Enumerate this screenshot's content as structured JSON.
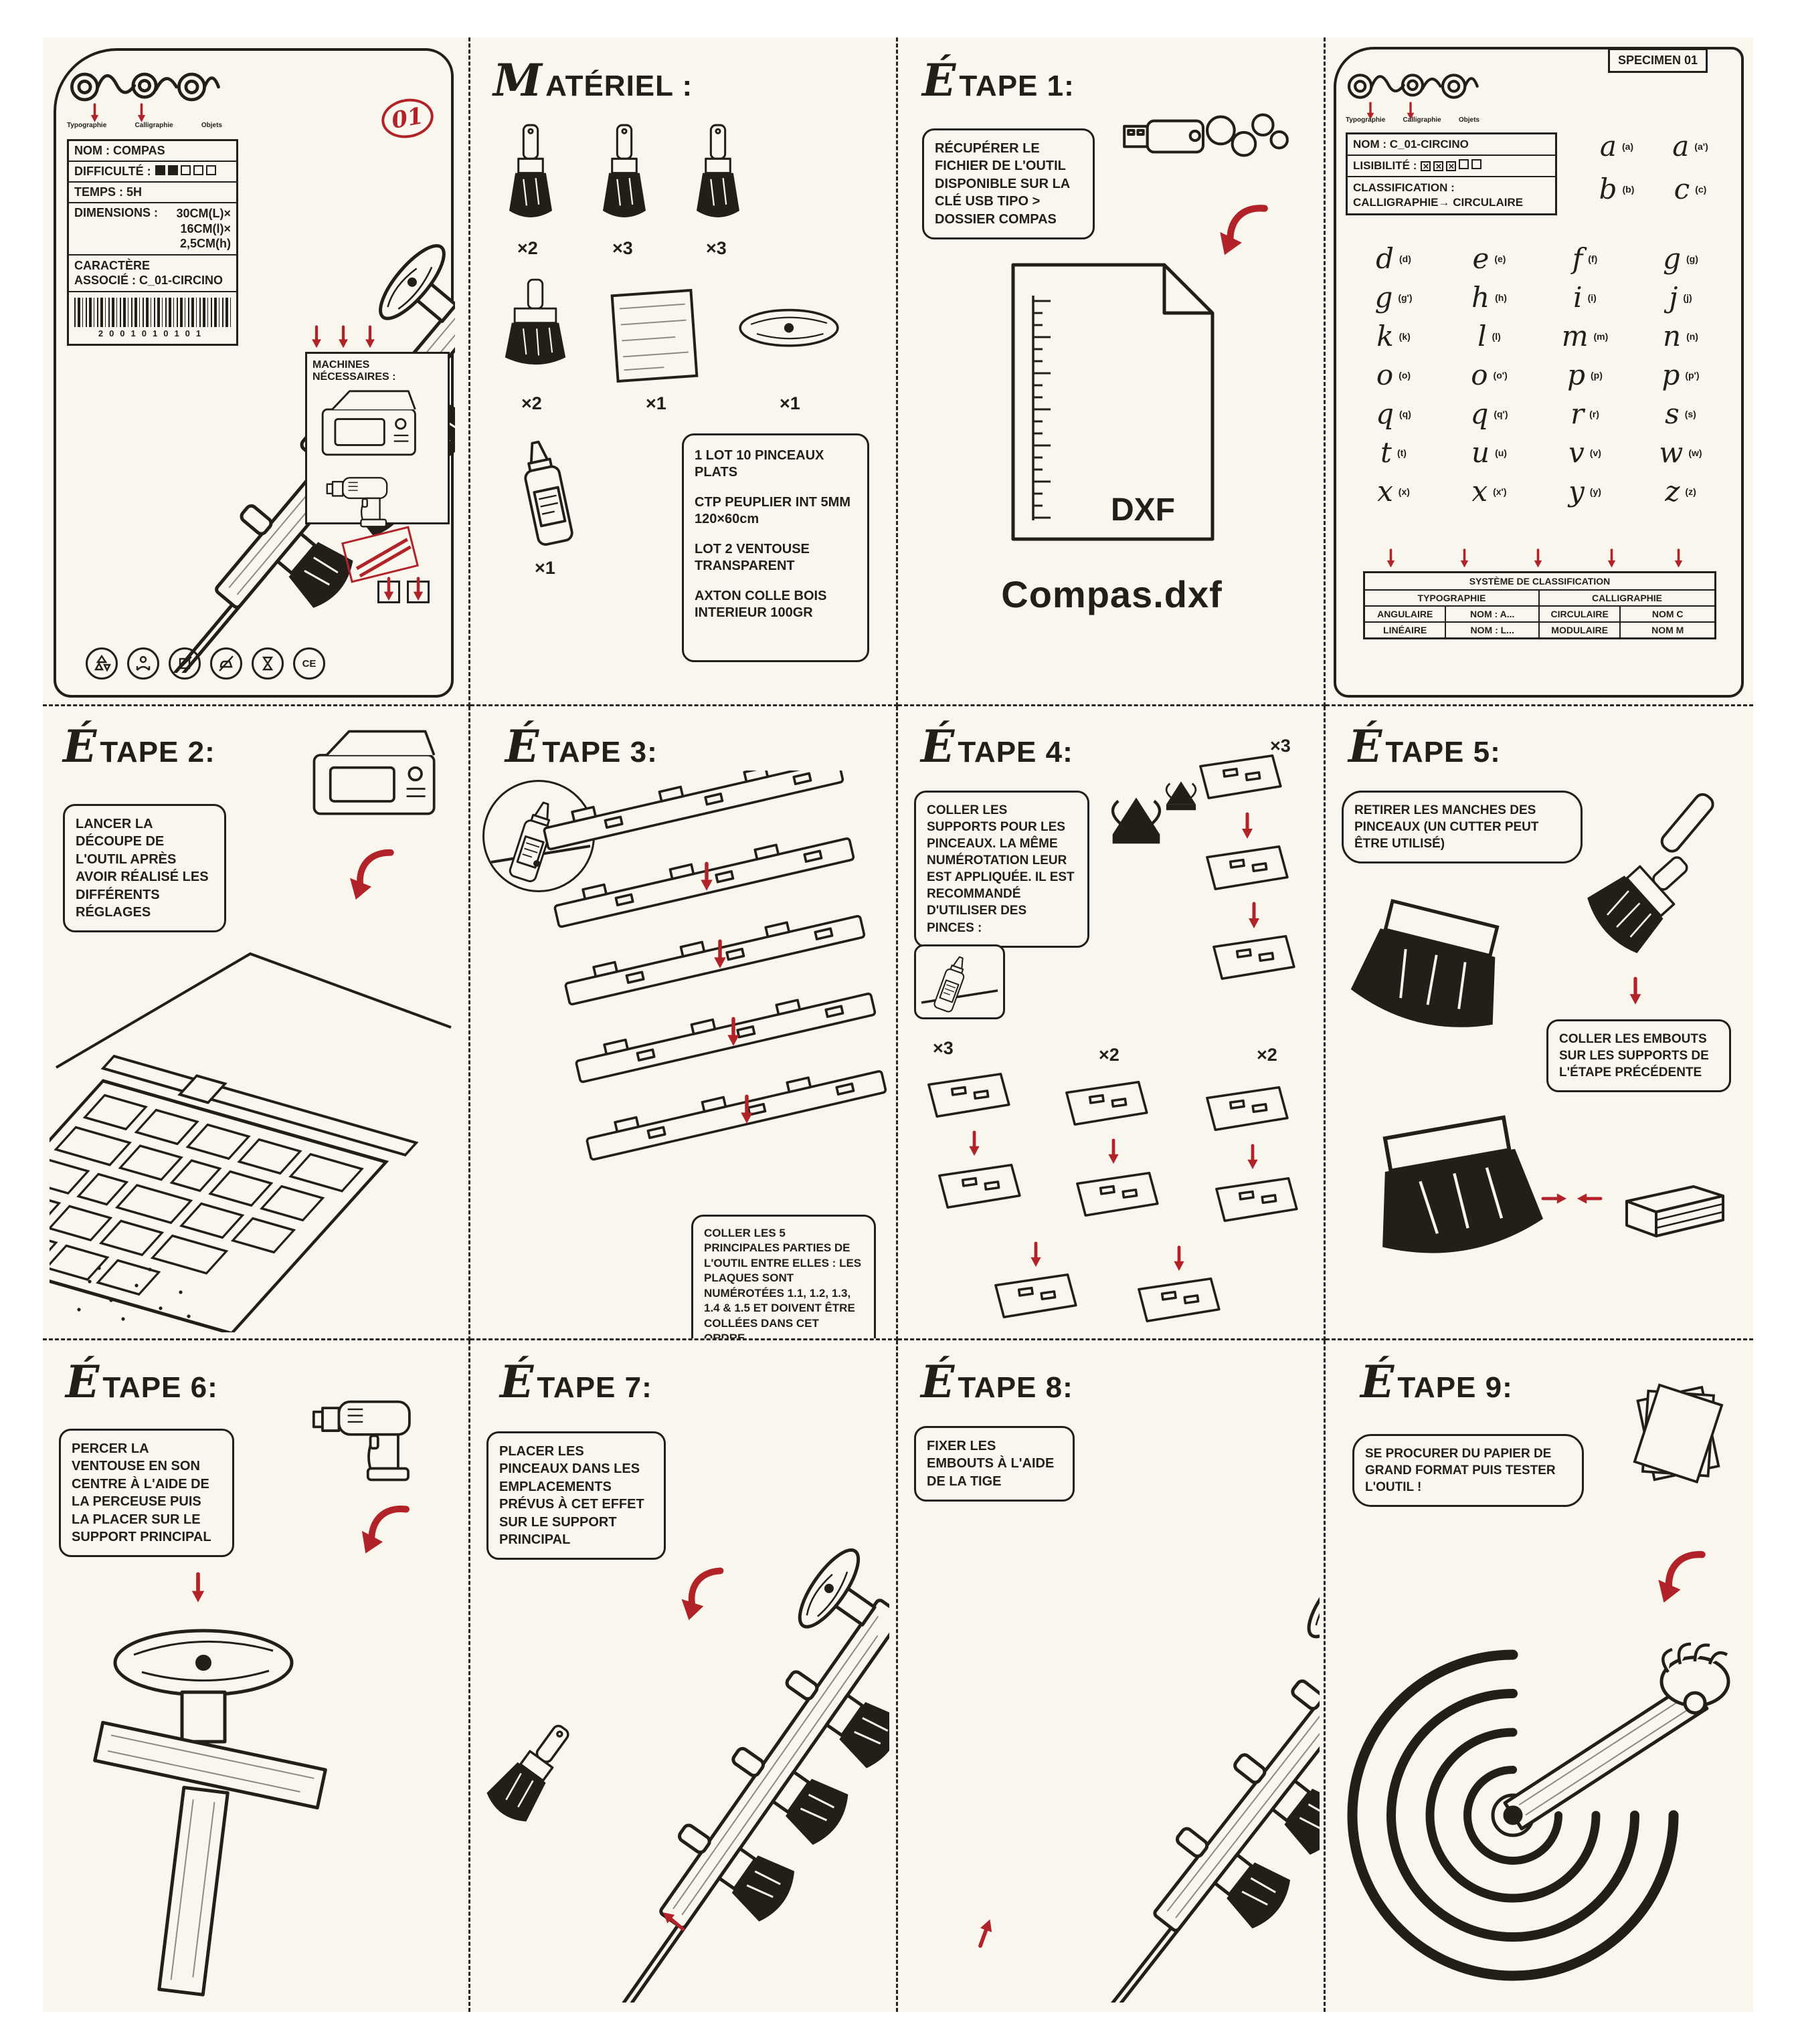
{
  "palette": {
    "ink": "#241e18",
    "red": "#b22329",
    "paper": "#f9f6ee"
  },
  "spec_card": {
    "badge": "01",
    "logo_words": [
      "Typographie",
      "Calligraphie",
      "Objets"
    ],
    "fields": {
      "nom": "NOM : COMPAS",
      "difficulte": "DIFFICULTÉ :",
      "difficulty_filled": 2,
      "difficulty_total": 5,
      "temps": "TEMPS : 5H",
      "dim_label": "DIMENSIONS :",
      "dim_values": [
        "30CM(L)×",
        "16CM(l)×",
        "2,5CM(h)"
      ],
      "car_l1": "CARACTÈRE",
      "car_l2": "ASSOCIÉ : C_01-CIRCINO",
      "barcode": "2001010101"
    },
    "machines_label": "MACHINES NÉCESSAIRES :",
    "pictograms": [
      "recycle",
      "reading",
      "no-waste",
      "no-iron",
      "hourglass",
      "ce-mark"
    ],
    "ce": "CE"
  },
  "materiel": {
    "title_initial": "M",
    "title_rest": "ATÉRIEL :",
    "q": [
      "×2",
      "×3",
      "×3",
      "×2",
      "×1",
      "×1",
      "×1"
    ],
    "list": [
      "1 LOT 10 PINCEAUX PLATS",
      "CTP PEUPLIER INT 5MM 120×60cm",
      "LOT 2 VENTOUSE TRANSPARENT",
      "AXTON COLLE BOIS INTERIEUR 100GR"
    ]
  },
  "etape1": {
    "title_initial": "É",
    "title_rest": "TAPE 1:",
    "note": "RÉCUPÉRER LE FICHIER DE L'OUTIL DISPONIBLE SUR LA CLÉ USB TIPO > DOSSIER COMPAS",
    "file_label": "DXF",
    "caption": "Compas.dxf"
  },
  "specimen": {
    "badge": "SPECIMEN 01",
    "nom": "NOM : C_01-CIRCINO",
    "lis_label": "LISIBILITÉ :",
    "lisibilite_checked": 3,
    "lisibilite_total": 5,
    "class_l1": "CLASSIFICATION :",
    "class_l2": "CALLIGRAPHIE→ CIRCULAIRE",
    "glyphs": [
      {
        "label": "(a)",
        "g": "a"
      },
      {
        "label": "(a')",
        "g": "a"
      },
      {
        "label": "(b)",
        "g": "b"
      },
      {
        "label": "(c)",
        "g": "c"
      },
      {
        "label": "(d)",
        "g": "d"
      },
      {
        "label": "(e)",
        "g": "e"
      },
      {
        "label": "(f)",
        "g": "f"
      },
      {
        "label": "(g)",
        "g": "g"
      },
      {
        "label": "(g')",
        "g": "g"
      },
      {
        "label": "(h)",
        "g": "h"
      },
      {
        "label": "(i)",
        "g": "i"
      },
      {
        "label": "(j)",
        "g": "j"
      },
      {
        "label": "(k)",
        "g": "k"
      },
      {
        "label": "(l)",
        "g": "l"
      },
      {
        "label": "(m)",
        "g": "m"
      },
      {
        "label": "(n)",
        "g": "n"
      },
      {
        "label": "(o)",
        "g": "o"
      },
      {
        "label": "(o')",
        "g": "o"
      },
      {
        "label": "(p)",
        "g": "p"
      },
      {
        "label": "(p')",
        "g": "p"
      },
      {
        "label": "(q)",
        "g": "q"
      },
      {
        "label": "(q')",
        "g": "q"
      },
      {
        "label": "(r)",
        "g": "r"
      },
      {
        "label": "(s)",
        "g": "s"
      },
      {
        "label": "(t)",
        "g": "t"
      },
      {
        "label": "(u)",
        "g": "u"
      },
      {
        "label": "(v)",
        "g": "v"
      },
      {
        "label": "(w)",
        "g": "w"
      },
      {
        "label": "(x)",
        "g": "x"
      },
      {
        "label": "(x')",
        "g": "x"
      },
      {
        "label": "(y)",
        "g": "y"
      },
      {
        "label": "(z)",
        "g": "z"
      }
    ],
    "table": {
      "title": "SYSTÈME DE CLASSIFICATION",
      "col1": "TYPOGRAPHIE",
      "col2": "CALLIGRAPHIE",
      "rows": [
        [
          "ANGULAIRE",
          "NOM : A...",
          "CIRCULAIRE",
          "NOM  C"
        ],
        [
          "LINÉAIRE",
          "NOM : L...",
          "MODULAIRE",
          "NOM  M"
        ]
      ]
    }
  },
  "etape2": {
    "title_initial": "É",
    "title_rest": "TAPE 2:",
    "note": "LANCER LA DÉCOUPE DE L'OUTIL APRÈS AVOIR RÉALISÉ LES DIFFÉRENTS RÉGLAGES"
  },
  "etape3": {
    "title_initial": "É",
    "title_rest": "TAPE 3:",
    "note": "COLLER LES 5 PRINCIPALES PARTIES DE L'OUTIL ENTRE ELLES : LES PLAQUES SONT NUMÉROTÉES 1.1, 1.2, 1.3, 1.4 & 1.5 ET DOIVENT ÊTRE COLLÉES DANS CET ORDRE"
  },
  "etape4": {
    "title_initial": "É",
    "title_rest": "TAPE 4:",
    "note": "COLLER LES SUPPORTS POUR LES PINCEAUX. LA MÊME NUMÉROTATION LEUR EST APPLIQUÉE. IL EST RECOMMANDÉ D'UTILISER DES PINCES :",
    "q1": "×3",
    "q2": "×3",
    "q3": "×2",
    "q4": "×2"
  },
  "etape5": {
    "title_initial": "É",
    "title_rest": "TAPE 5:",
    "note1": "RETIRER LES MANCHES DES PINCEAUX (UN CUTTER PEUT ÊTRE UTILISÉ)",
    "note2": "COLLER LES EMBOUTS SUR LES SUPPORTS DE L'ÉTAPE PRÉCÉDENTE"
  },
  "etape6": {
    "title_initial": "É",
    "title_rest": "TAPE 6:",
    "note": "PERCER LA VENTOUSE EN SON CENTRE À L'AIDE DE LA PERCEUSE PUIS LA PLACER SUR LE SUPPORT PRINCIPAL"
  },
  "etape7": {
    "title_initial": "É",
    "title_rest": "TAPE 7:",
    "note": "PLACER LES PINCEAUX DANS LES EMPLACEMENTS PRÉVUS À CET EFFET SUR LE SUPPORT PRINCIPAL"
  },
  "etape8": {
    "title_initial": "É",
    "title_rest": "TAPE 8:",
    "note": "FIXER LES EMBOUTS À L'AIDE DE LA TIGE"
  },
  "etape9": {
    "title_initial": "É",
    "title_rest": "TAPE 9:",
    "note": "SE PROCURER DU PAPIER DE GRAND FORMAT PUIS TESTER L'OUTIL !"
  }
}
